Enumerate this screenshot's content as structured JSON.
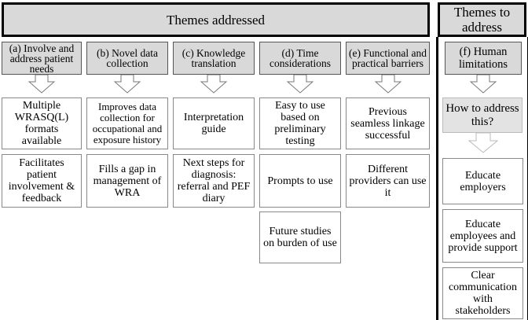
{
  "banner": {
    "themes_addressed": "Themes addressed",
    "themes_to_address": "Themes to address"
  },
  "columns": [
    {
      "header": "(a) Involve and address patient needs",
      "cells": [
        "Multiple WRASQ(L) formats available",
        "Facilitates patient involvement & feedback"
      ]
    },
    {
      "header": "(b) Novel data collection",
      "cells": [
        "Improves data collection for occupational and exposure history",
        "Fills a gap in management of WRA"
      ]
    },
    {
      "header": "(c) Knowledge translation",
      "cells": [
        "Interpretation guide",
        "Next steps for diagnosis: referral and PEF diary"
      ]
    },
    {
      "header": "(d) Time considerations",
      "cells": [
        "Easy to use based on preliminary testing",
        "Prompts to use",
        "Future studies on burden of use"
      ]
    },
    {
      "header": "(e) Functional and practical barriers",
      "cells": [
        "Previous seamless linkage successful",
        "Different providers can use it"
      ]
    }
  ],
  "limitations": {
    "header": "(f) Human limitations",
    "how_to": "How to address this?",
    "cells": [
      "Educate employers",
      "Educate employees and provide support",
      "Clear communication with stakeholders"
    ]
  }
}
